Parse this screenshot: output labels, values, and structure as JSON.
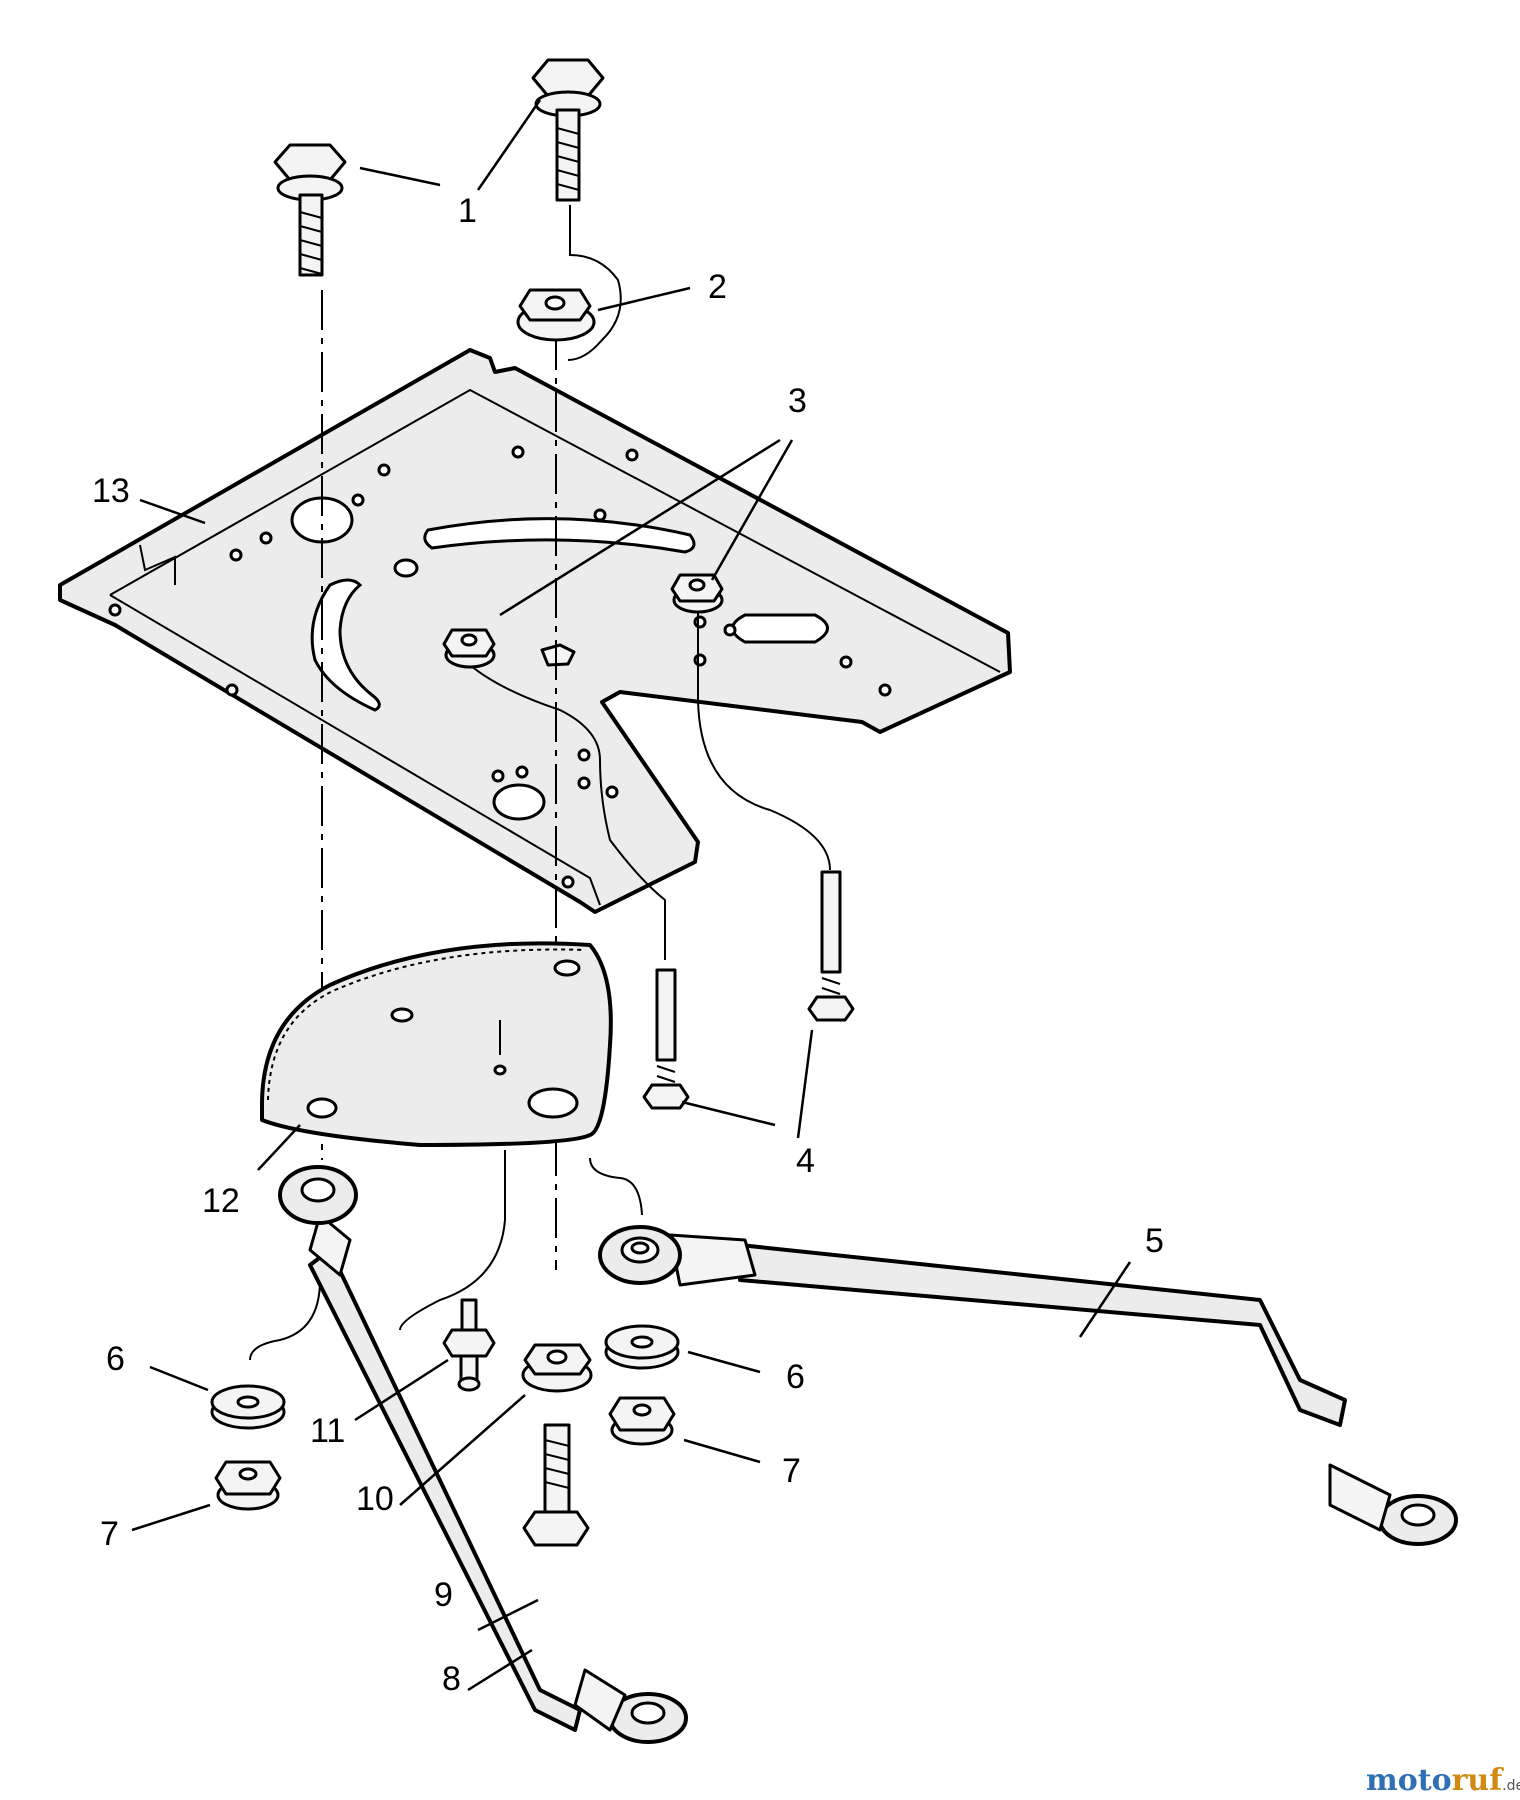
{
  "callouts": [
    "1",
    "2",
    "3",
    "4",
    "5",
    "6",
    "6",
    "7",
    "7",
    "8",
    "9",
    "10",
    "11",
    "12",
    "13"
  ],
  "parts": {
    "bolt": "bolt",
    "flange_nut": "flange nut",
    "sector_plate": "sector plate",
    "tie_rod": "tie rod",
    "washer": "washer",
    "mounting_plate": "mounting plate"
  },
  "watermark": {
    "part1": "moto",
    "part2": "ruf",
    "suffix": ".de"
  },
  "colors": {
    "ink": "#000000",
    "fill": "#ececec",
    "watermark_blue": "#2f6fb3",
    "watermark_orange": "#d08a12"
  }
}
